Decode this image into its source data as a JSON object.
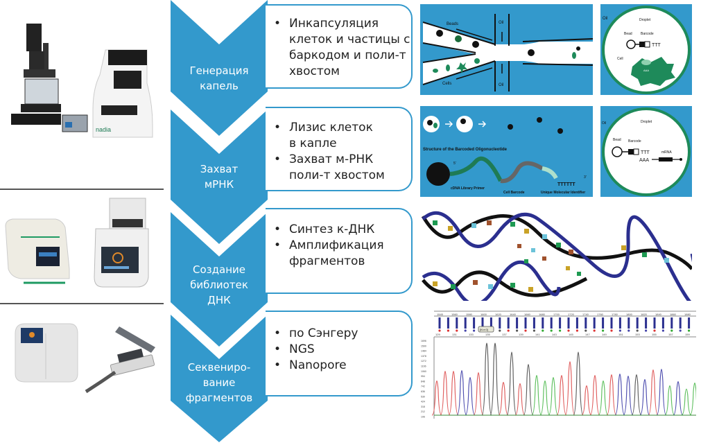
{
  "colors": {
    "chevron": "#3399cc",
    "box_border": "#3399cc",
    "panel_bg": "#3399cc",
    "green": "#1e8a5a",
    "helix_blue": "#2b2f8f"
  },
  "stages": [
    {
      "label_lines": [
        "Генерация",
        "капель"
      ],
      "bullets": [
        [
          "Инкапсуляция",
          "клеток и частицы с",
          "баркодом и поли-т",
          "хвостом"
        ]
      ]
    },
    {
      "label_lines": [
        "Захват",
        "мРНК"
      ],
      "bullets": [
        [
          "Лизис клеток",
          "в капле"
        ],
        [
          "Захват м-РНК",
          "поли-т хвостом"
        ]
      ]
    },
    {
      "label_lines": [
        "Создание",
        "библиотек",
        "ДНК"
      ],
      "bullets": [
        [
          "Синтез к-ДНК"
        ],
        [
          "Амплификация",
          "фрагментов"
        ]
      ]
    },
    {
      "label_lines": [
        "Секвениро-",
        "вание",
        "фрагментов"
      ],
      "bullets": [
        [
          "по Сэнгеру"
        ],
        [
          "NGS"
        ],
        [
          "Nanopore"
        ]
      ]
    }
  ],
  "panels": {
    "microfluidics": {
      "beads": "Beads",
      "cells": "Cells",
      "oil_top": "Oil",
      "oil_bottom": "Oil"
    },
    "droplet1": {
      "oil": "Oil",
      "droplet": "Droplet",
      "bead": "Bead",
      "barcode": "Barcode",
      "ttt": "TTT",
      "cell": "Cell",
      "aaa": "AAA"
    },
    "oligo": {
      "title": "Structure of the Barcoded Oligonucleotide",
      "primer": "cDNA Library Primer",
      "cell_barcode": "Cell Barcode",
      "umi": "Unique Molecular Identifier",
      "five": "5'",
      "three": "3'",
      "tail": "TTTTTT"
    },
    "droplet2": {
      "oil": "Oil",
      "droplet": "Droplet",
      "bead": "Bead",
      "barcode": "Barcode",
      "ttt": "TTT",
      "aaa": "AAA",
      "mrna": "mRNA"
    },
    "chromatogram": {
      "top_ticks": [
        "1545",
        "1560",
        "1580",
        "1600",
        "1620",
        "1640",
        "1660",
        "1680",
        "1700",
        "1720",
        "1740",
        "1760",
        "1780",
        "1800",
        "1820",
        "1840",
        "1860",
        "1880"
      ],
      "bottom_ticks": [
        "129",
        "131",
        "133",
        "135",
        "137",
        "139",
        "141",
        "143",
        "145",
        "147",
        "149",
        "151",
        "153",
        "155",
        "157",
        "159"
      ],
      "y_ticks": [
        "1696",
        "1590",
        "1484",
        "1378",
        "1272",
        "1166",
        "1060",
        "954",
        "848",
        "742",
        "636",
        "530",
        "424",
        "318",
        "212",
        "106",
        "0"
      ],
      "selection_label": "[N  e:0]"
    }
  },
  "photos": [
    {
      "name": "droplet-generator-instruments",
      "brand": "nadia"
    },
    {
      "name": "pcr-thermocyclers"
    },
    {
      "name": "sequencers"
    }
  ]
}
